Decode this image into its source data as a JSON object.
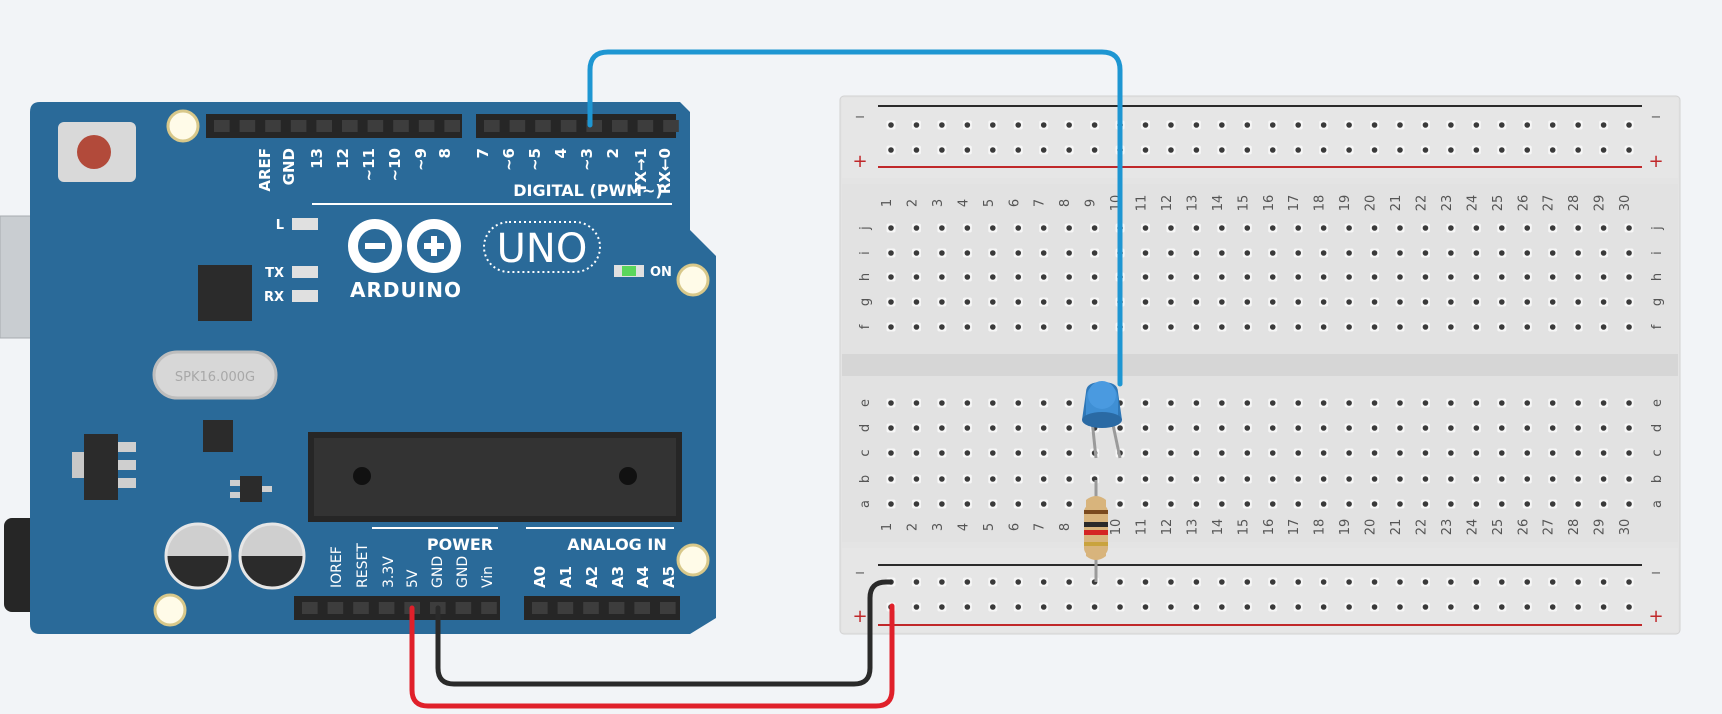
{
  "arduino": {
    "brand": "ARDUINO",
    "model": "UNO",
    "digital_header_label": "DIGITAL (PWM~)",
    "digital_pins": [
      "AREF",
      "GND",
      "13",
      "12",
      "~11",
      "~10",
      "~9",
      "8",
      "7",
      "~6",
      "~5",
      "4",
      "~3",
      "2",
      "TX→1",
      "RX←0"
    ],
    "power_header_label": "POWER",
    "analog_header_label": "ANALOG IN",
    "power_pins": [
      "IOREF",
      "RESET",
      "3.3V",
      "5V",
      "GND",
      "GND",
      "Vin"
    ],
    "analog_pins": [
      "A0",
      "A1",
      "A2",
      "A3",
      "A4",
      "A5"
    ],
    "led_labels": {
      "l": "L",
      "tx": "TX",
      "rx": "RX",
      "on": "ON"
    },
    "crystal_label": "SPK16.000G"
  },
  "breadboard": {
    "columns": [
      "1",
      "2",
      "3",
      "4",
      "5",
      "6",
      "7",
      "8",
      "9",
      "10",
      "11",
      "12",
      "13",
      "14",
      "15",
      "16",
      "17",
      "18",
      "19",
      "20",
      "21",
      "22",
      "23",
      "24",
      "25",
      "26",
      "27",
      "28",
      "29",
      "30"
    ],
    "rows_top": [
      "j",
      "i",
      "h",
      "g",
      "f"
    ],
    "rows_bottom": [
      "e",
      "d",
      "c",
      "b",
      "a"
    ],
    "rail_minus": "−",
    "rail_plus": "+"
  },
  "components": {
    "led": {
      "color": "#2f8fd8",
      "name": "blue-led"
    },
    "resistor": {
      "name": "resistor"
    }
  },
  "wires": {
    "signal_color": "#1e96d2",
    "power_color": "#e0202a",
    "ground_color": "#2a2a2a"
  },
  "colors": {
    "board": "#2a6a99",
    "background": "#f2f4f7"
  }
}
